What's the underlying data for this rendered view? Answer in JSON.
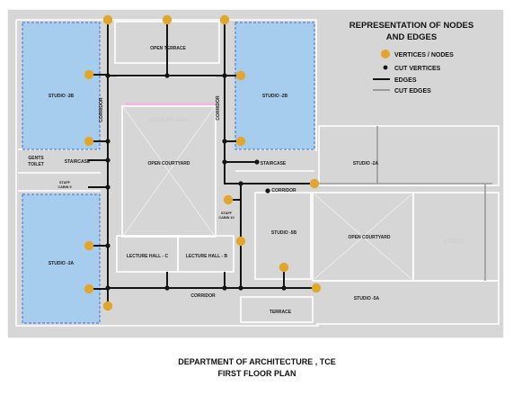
{
  "header": {
    "title_line1": "REPRESENTATION OF NODES",
    "title_line2": "AND EDGES"
  },
  "legend": {
    "vertices": "VERTICES / NODES",
    "cut_vertices": "CUT VERTICES",
    "edges": "EDGES",
    "cut_edges": "CUT EDGES"
  },
  "rooms": {
    "open_terrace": "OPEN TERRACE",
    "studio_3b": "STUDIO -3B",
    "studio_2b": "STUDIO -2B",
    "gents_toilet_1": "GENTS",
    "gents_toilet_2": "TOILET",
    "staircase_left": "STAIRCASE",
    "staircase_right": "STAIRCASE",
    "staff_cabin_9_1": "STAFF",
    "staff_cabin_9_2": "CABIN 9",
    "staff_cabin_10_1": "STAFF",
    "staff_cabin_10_2": "CABIN 10",
    "open_courtyard_left": "OPEN COURTYARD",
    "open_courtyard_right": "OPEN COURTYARD",
    "studio_2a": "STUDIO -2A",
    "studio_5b": "STUDIO -5B",
    "studio_3a": "STUDIO -3A",
    "lecture_hall_c": "LECTURE HALL - C",
    "lecture_hall_b": "LECTURE HALL - B",
    "studio_5a": "STUDIO -5A",
    "terrace": "TERRACE"
  },
  "corridors": {
    "left_vertical": "CORRIDOR",
    "mid_vertical": "CORRIDOR",
    "upper_horizontal": "CORRIDOR",
    "lower_horizontal": "CORRIDOR"
  },
  "footer": {
    "line1": "DEPARTMENT OF ARCHITECTURE , TCE",
    "line2": "FIRST FLOOR PLAN"
  },
  "colors": {
    "background": "#d6d6d6",
    "studio_fill": "#a7cdee",
    "studio_border": "#3a6fd8",
    "vertex": "#e3a62d",
    "cut_vertex": "#151515",
    "edge": "#141414",
    "cut_edge": "#9a9a9a",
    "wall": "#ffffff"
  }
}
